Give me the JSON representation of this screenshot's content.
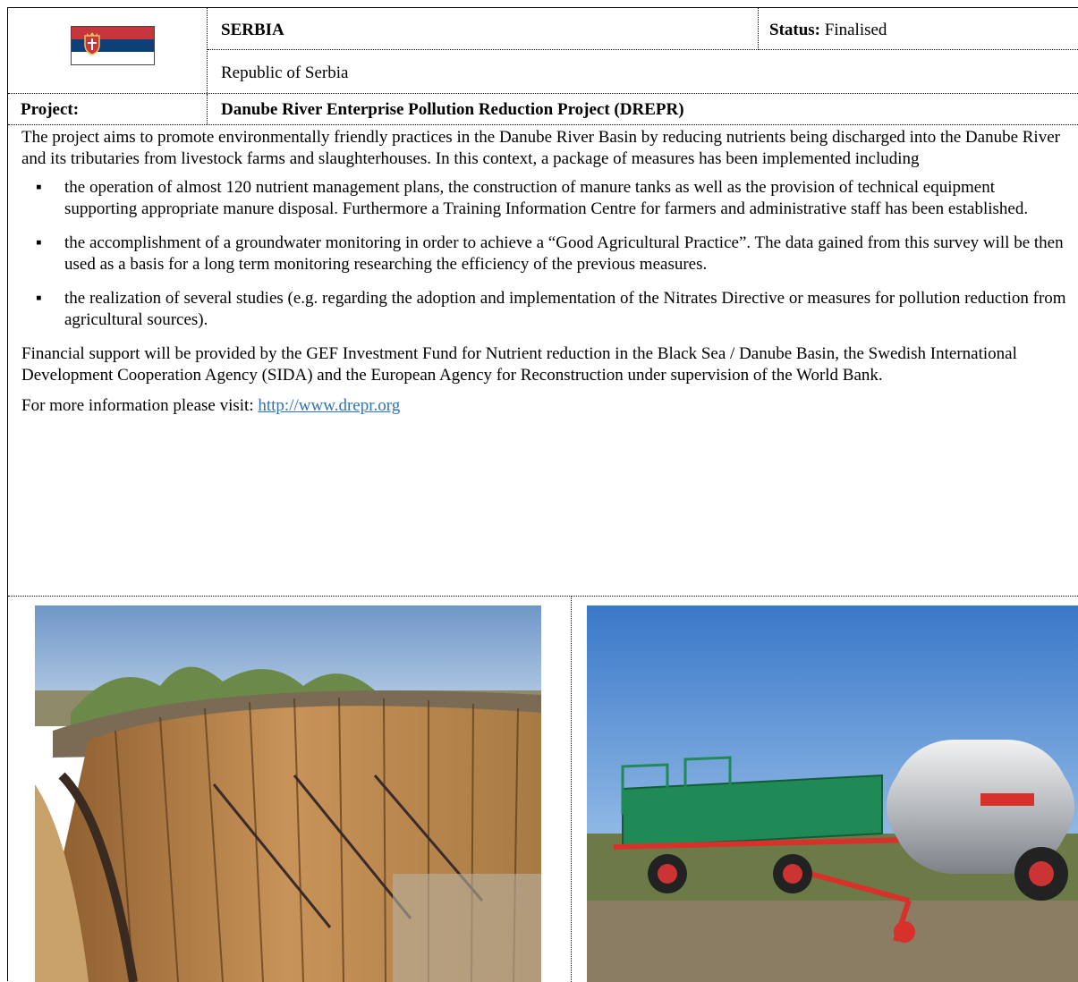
{
  "header": {
    "country": "SERBIA",
    "official_name": "Republic of Serbia",
    "status_label": "Status:",
    "status_value": "Finalised"
  },
  "project": {
    "label": "Project:",
    "name": "Danube River Enterprise Pollution Reduction Project (DREPR)"
  },
  "body": {
    "intro": "The project aims to promote environmentally friendly practices in the Danube River Basin by reducing nutrients being discharged into the Danube River and its tributaries from livestock farms and slaughterhouses. In this context, a package of measures has been implemented including",
    "bullets": [
      "the operation of almost 120 nutrient management plans, the construction of manure tanks as well as the provision of technical equipment supporting appropriate manure disposal. Furthermore a Training Information Centre for farmers and administrative staff has been established.",
      "the accomplishment of a groundwater monitoring in order to achieve a “Good Agricultural Practice”. The data gained from this survey will be then used as a basis for a long term monitoring researching the efficiency of the previous measures.",
      "the realization of several studies (e.g. regarding the adoption and implementation of the Nitrates Directive or measures for pollution reduction from agricultural sources)."
    ],
    "bullet_symbol": "▪",
    "financial": "Financial support will be provided by the GEF Investment Fund for Nutrient reduction in the Black Sea / Danube Basin, the Swedish International Development Cooperation Agency (SIDA) and the European Agency for Reconstruction under supervision of the World Bank.",
    "more_info_prefix": "For more information please visit: ",
    "link_text": "http://www.drepr.org"
  },
  "colors": {
    "flag_red": "#c6363c",
    "flag_blue": "#0c4076",
    "link": "#2e74b5"
  }
}
